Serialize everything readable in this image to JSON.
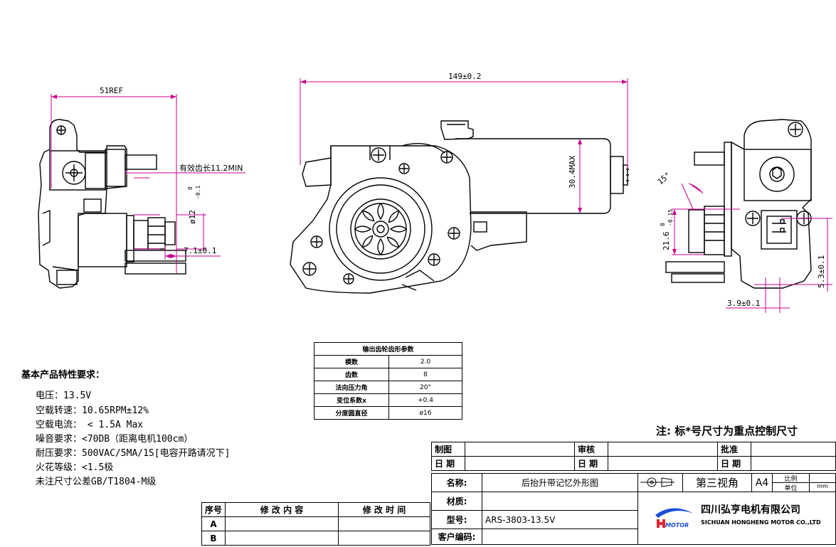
{
  "dimensions": {
    "ref51": "51REF",
    "tooth_len": "有效齿长11.2MIN",
    "dia12": "ø12",
    "dia12_tol_up": "0",
    "dia12_tol_dn": "-0.1",
    "d71": "7.1±0.1",
    "overall149": "149±0.2",
    "max304": "30.4MAX",
    "angle15": "15°",
    "d216": "21.6",
    "d216_tol_up": "0",
    "d216_tol_dn": "-0.15",
    "d53": "5.3±0.1",
    "d39": "3.9±0.1"
  },
  "requirements": {
    "title": "基本产品特性要求：",
    "items": [
      "电压：13.5V",
      "空载转速：10.65RPM±12%",
      "空载电流： < 1.5A Max",
      "噪音要求：<70DB（距离电机100cm）",
      "耐压要求：500VAC/5MA/1S[电容开路请况下]",
      "火花等级：<1.5极",
      "未注尺寸公差GB/T1804-M级"
    ]
  },
  "gear_table": {
    "title": "输出齿轮齿形参数",
    "rows": [
      {
        "k": "模数",
        "v": "2.0"
      },
      {
        "k": "齿数",
        "v": "8"
      },
      {
        "k": "法向压力角",
        "v": "20°"
      },
      {
        "k": "变位系数x",
        "v": "+0.4"
      },
      {
        "k": "分度圆直径",
        "v": "ø16"
      }
    ]
  },
  "note": "注:  标*号尺寸为重点控制尺寸",
  "revision": {
    "headers": [
      "序号",
      "修 改 内 容",
      "修 改 时 间"
    ],
    "rows": [
      "A",
      "B"
    ]
  },
  "title_block": {
    "draw": "制图",
    "check": "审核",
    "approve": "批准",
    "date": "日 期",
    "name_label": "名称:",
    "name_value": "后抬升带记忆外形图",
    "projection": "第三视角",
    "size": "A4",
    "scale": "比例",
    "unit": "单位",
    "unit_value": "mm",
    "material": "材质:",
    "model_label": "型号:",
    "model_value": "ARS-3803-13.5V",
    "customer_code": "客户编码:",
    "company_cn": "四川弘亨电机有限公司",
    "company_en": "SICHUAN HONGHENG MOTOR CO.,LTD",
    "logo_text": "MOTOR"
  },
  "colors": {
    "dimension": "#c8008c",
    "blue": "#1a4fd6",
    "logo_red": "#e0262a"
  }
}
